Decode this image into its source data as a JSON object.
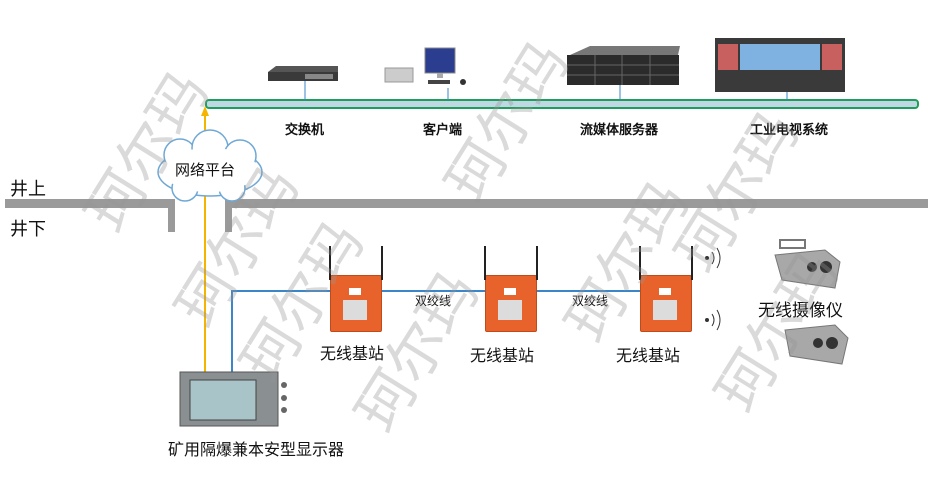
{
  "title": "无线视频监控系统拓扑",
  "surface": {
    "devices": [
      {
        "label": "交换机"
      },
      {
        "label": "客户端"
      },
      {
        "label": "流媒体服务器"
      },
      {
        "label": "工业电视系统"
      }
    ],
    "cloud_label": "网络平台"
  },
  "zones": {
    "above": "井上",
    "below": "井下"
  },
  "underground": {
    "stations": [
      {
        "label": "无线基站"
      },
      {
        "label": "无线基站"
      },
      {
        "label": "无线基站"
      }
    ],
    "links": [
      {
        "label": "双绞线"
      },
      {
        "label": "双绞线"
      }
    ],
    "camera_label": "无线摄像仪",
    "display_label": "矿用隔爆兼本安型显示器"
  },
  "watermark": "珂尔玛",
  "colors": {
    "backbone": "#1e9e5a",
    "yellow_line": "#f4b400",
    "blue_line": "#3a86c8",
    "station": "#e8632b"
  }
}
